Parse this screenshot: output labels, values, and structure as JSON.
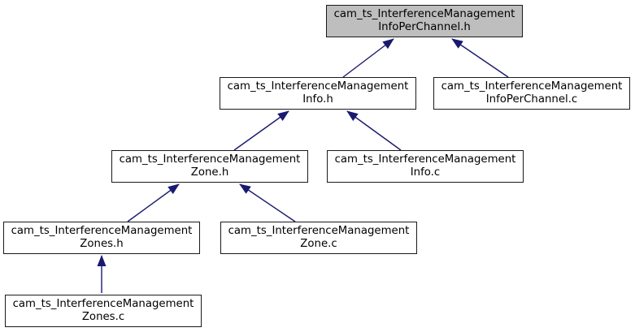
{
  "diagram": {
    "type": "include-dependency-graph",
    "colors": {
      "background": "#ffffff",
      "node_fill": "#ffffff",
      "node_fill_highlighted": "#bebebe",
      "node_border": "#1a1a1a",
      "edge_arrow": "#191970",
      "text": "#000000"
    },
    "nodes": [
      {
        "id": "info-per-channel-h",
        "line1": "cam_ts_InterferenceManagement",
        "line2": "InfoPerChannel.h",
        "highlighted": true
      },
      {
        "id": "info-h",
        "line1": "cam_ts_InterferenceManagement",
        "line2": "Info.h",
        "highlighted": false
      },
      {
        "id": "info-per-channel-c",
        "line1": "cam_ts_InterferenceManagement",
        "line2": "InfoPerChannel.c",
        "highlighted": false
      },
      {
        "id": "zone-h",
        "line1": "cam_ts_InterferenceManagement",
        "line2": "Zone.h",
        "highlighted": false
      },
      {
        "id": "info-c",
        "line1": "cam_ts_InterferenceManagement",
        "line2": "Info.c",
        "highlighted": false
      },
      {
        "id": "zones-h",
        "line1": "cam_ts_InterferenceManagement",
        "line2": "Zones.h",
        "highlighted": false
      },
      {
        "id": "zone-c",
        "line1": "cam_ts_InterferenceManagement",
        "line2": "Zone.c",
        "highlighted": false
      },
      {
        "id": "zones-c",
        "line1": "cam_ts_InterferenceManagement",
        "line2": "Zones.c",
        "highlighted": false
      }
    ],
    "edges": [
      {
        "from": "info-h",
        "to": "info-per-channel-h"
      },
      {
        "from": "info-per-channel-c",
        "to": "info-per-channel-h"
      },
      {
        "from": "zone-h",
        "to": "info-h"
      },
      {
        "from": "info-c",
        "to": "info-h"
      },
      {
        "from": "zones-h",
        "to": "zone-h"
      },
      {
        "from": "zone-c",
        "to": "zone-h"
      },
      {
        "from": "zones-c",
        "to": "zones-h"
      }
    ]
  }
}
